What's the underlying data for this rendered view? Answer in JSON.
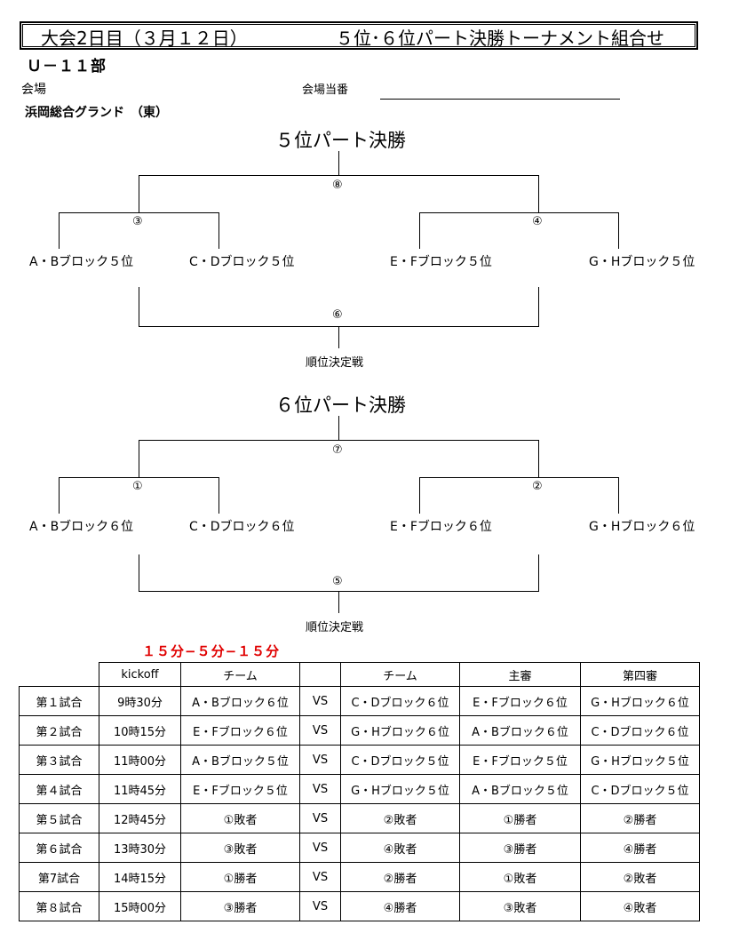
{
  "header": {
    "title_main": "大会2日目（３月１２日）",
    "title_sub": "５位･６位パート決勝トーナメント組合せ"
  },
  "division": "Ｕ－１１部",
  "venue": {
    "label": "会場",
    "duty_label": "会場当番",
    "name": "浜岡総合グランド　（東）"
  },
  "bracket5": {
    "title": "５位パート決勝",
    "final_no": "⑧",
    "left_no": "③",
    "right_no": "④",
    "placement_no": "⑥",
    "placement_label": "順位決定戦",
    "teams": [
      "A・Bブロック５位",
      "C・Dブロック５位",
      "E・Fブロック５位",
      "G・Hブロック５位"
    ]
  },
  "bracket6": {
    "title": "６位パート決勝",
    "final_no": "⑦",
    "left_no": "①",
    "right_no": "②",
    "placement_no": "⑤",
    "placement_label": "順位決定戦",
    "teams": [
      "A・Bブロック６位",
      "C・Dブロック６位",
      "E・Fブロック６位",
      "G・Hブロック６位"
    ]
  },
  "time_note": "１５分−５分−１５分",
  "schedule": {
    "headers": [
      "",
      "kickoff",
      "チーム",
      "",
      "チーム",
      "主審",
      "第四審"
    ],
    "rows": [
      [
        "第１試合",
        "9時30分",
        "A・Bブロック６位",
        "VS",
        "C・Dブロック６位",
        "E・Fブロック６位",
        "G・Hブロック６位"
      ],
      [
        "第２試合",
        "10時15分",
        "E・Fブロック６位",
        "VS",
        "G・Hブロック６位",
        "A・Bブロック６位",
        "C・Dブロック６位"
      ],
      [
        "第３試合",
        "11時00分",
        "A・Bブロック５位",
        "VS",
        "C・Dブロック５位",
        "E・Fブロック５位",
        "G・Hブロック５位"
      ],
      [
        "第４試合",
        "11時45分",
        "E・Fブロック５位",
        "VS",
        "G・Hブロック５位",
        "A・Bブロック５位",
        "C・Dブロック５位"
      ],
      [
        "第５試合",
        "12時45分",
        "①敗者",
        "VS",
        "②敗者",
        "①勝者",
        "②勝者"
      ],
      [
        "第６試合",
        "13時30分",
        "③敗者",
        "VS",
        "④敗者",
        "③勝者",
        "④勝者"
      ],
      [
        "第7試合",
        "14時15分",
        "①勝者",
        "VS",
        "②勝者",
        "①敗者",
        "②敗者"
      ],
      [
        "第８試合",
        "15時00分",
        "③勝者",
        "VS",
        "④勝者",
        "③敗者",
        "④敗者"
      ]
    ]
  }
}
